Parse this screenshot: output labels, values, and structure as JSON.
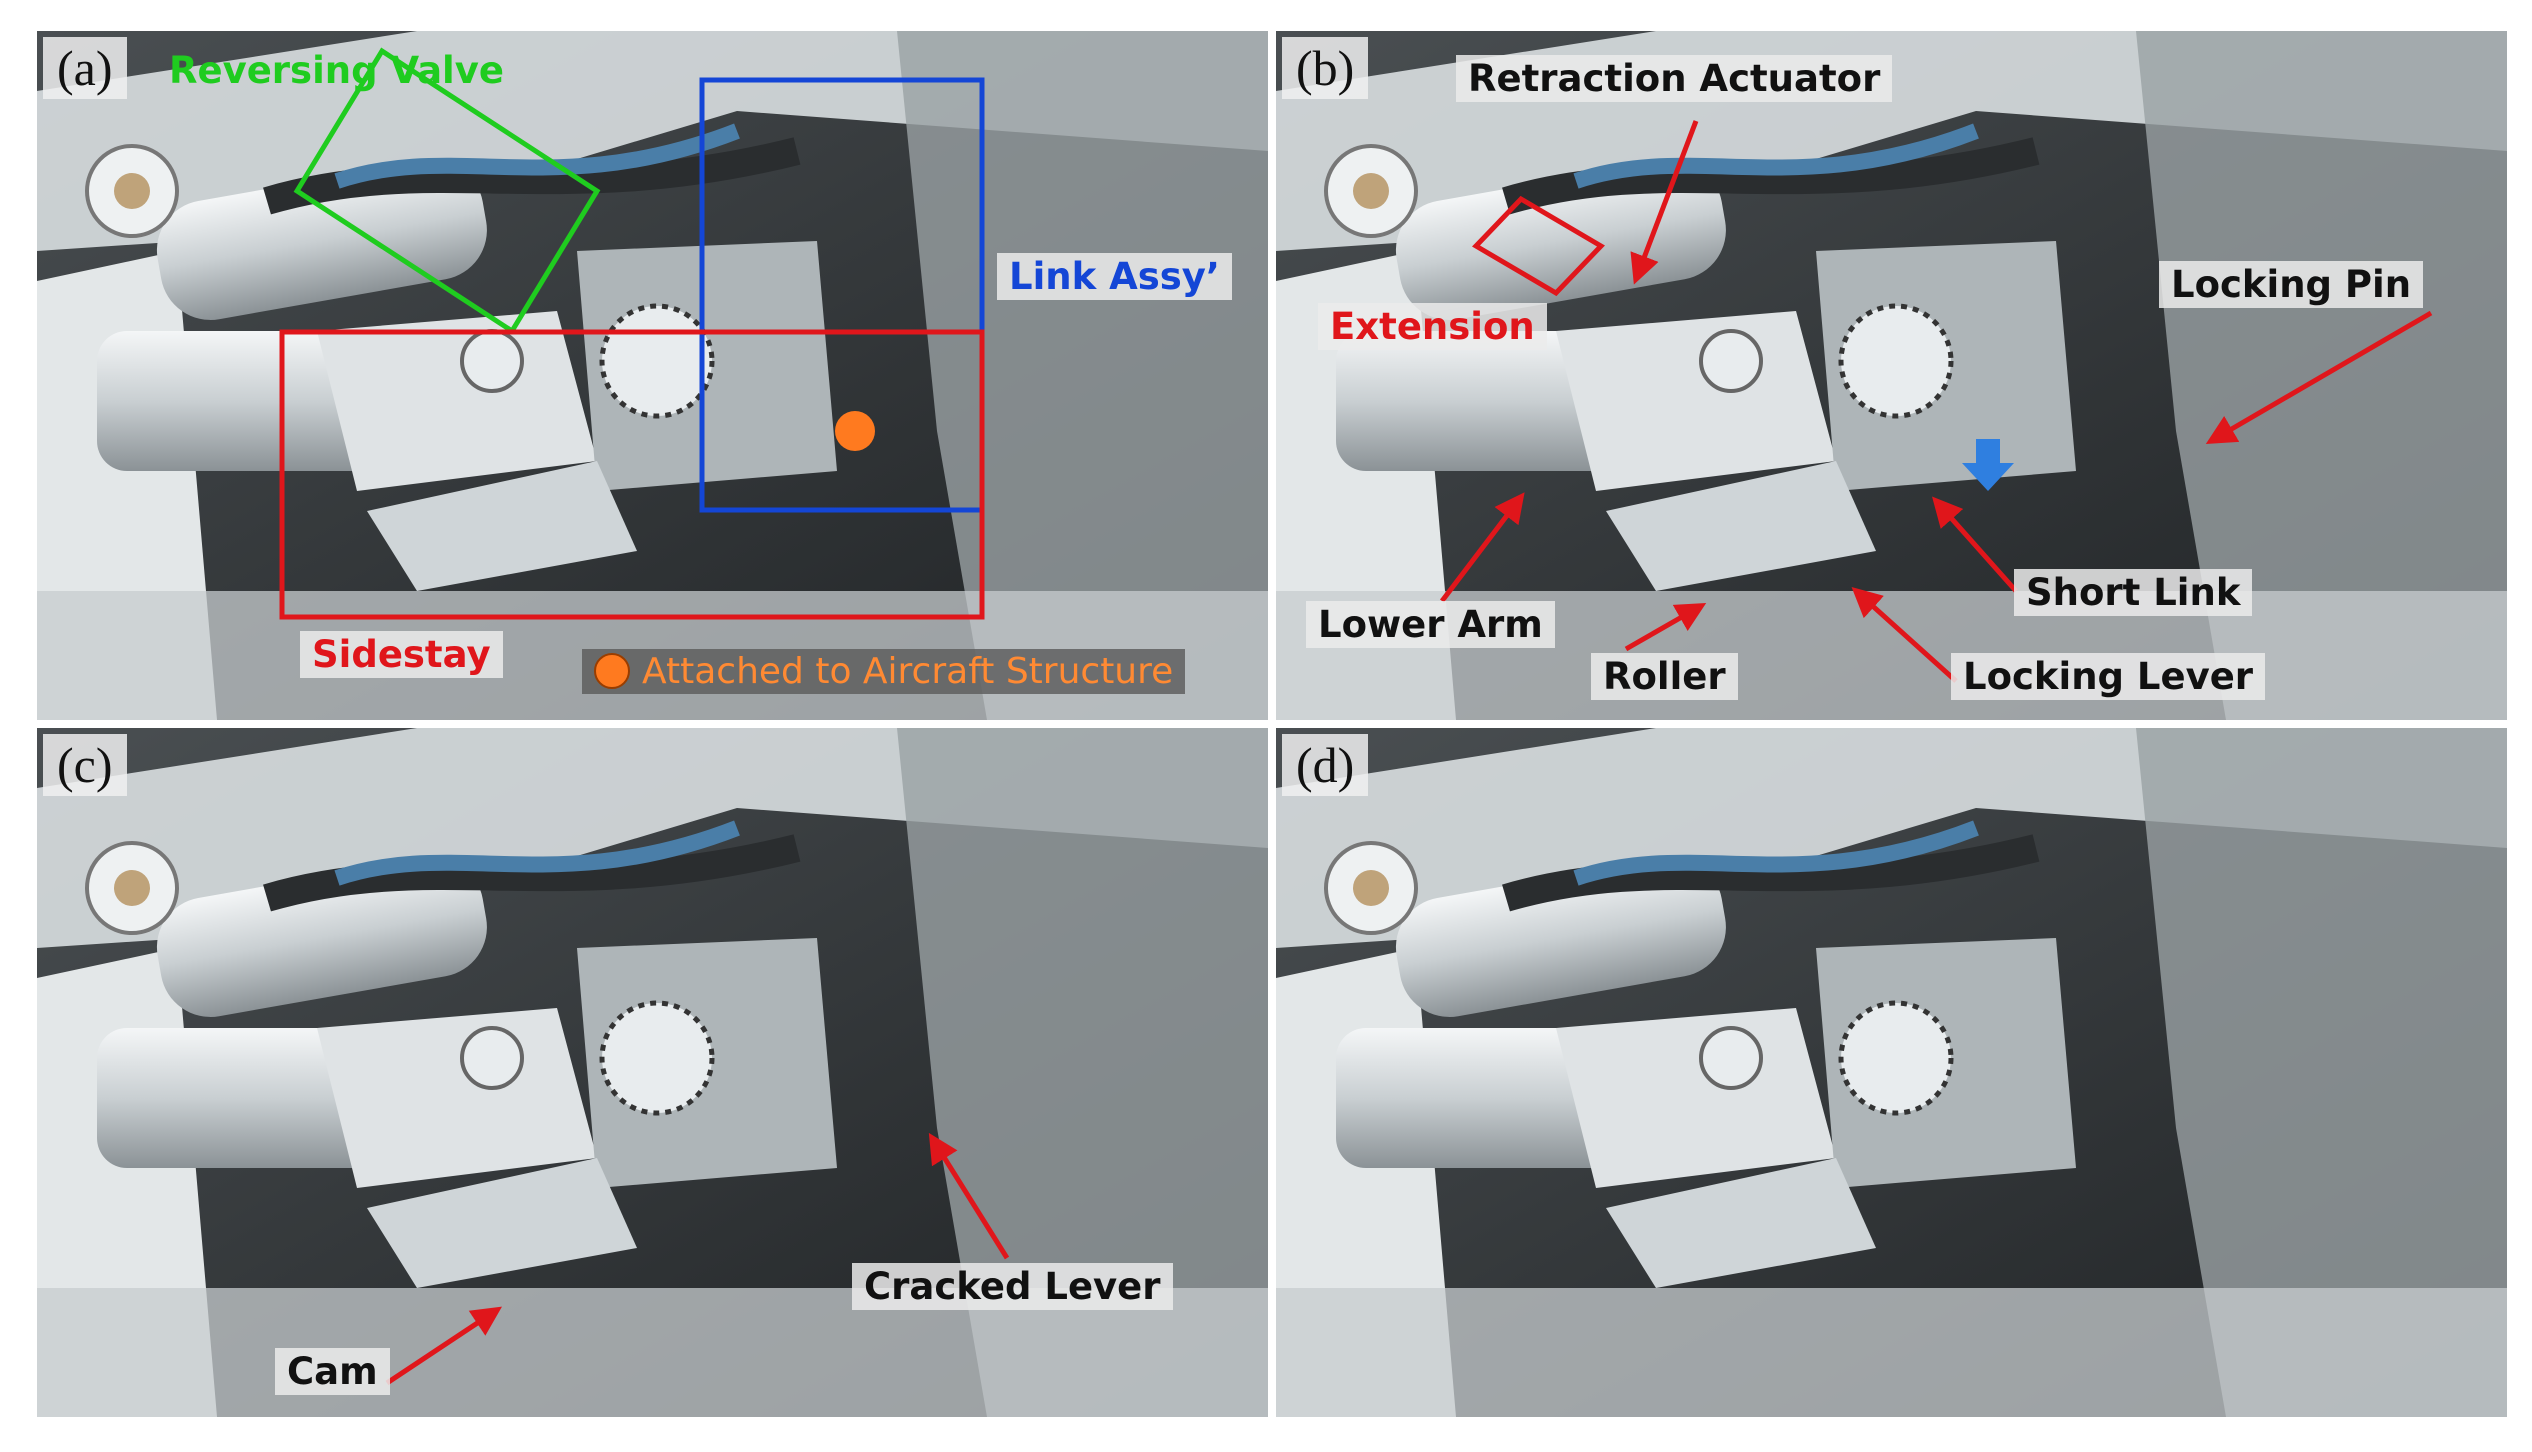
{
  "panels": {
    "a": {
      "letter": "(a)",
      "labels": {
        "reversing_valve": "Reversing Valve",
        "link_assy": "Link Assy’",
        "sidestay": "Sidestay",
        "attached": "Attached to Aircraft Structure"
      }
    },
    "b": {
      "letter": "(b)",
      "labels": {
        "retraction_actuator": "Retraction Actuator",
        "extension": "Extension",
        "locking_pin": "Locking Pin",
        "lower_arm": "Lower Arm",
        "short_link": "Short Link",
        "roller": "Roller",
        "locking_lever": "Locking Lever"
      }
    },
    "c": {
      "letter": "(c)",
      "labels": {
        "cracked_lever": "Cracked Lever",
        "cam": "Cam"
      }
    },
    "d": {
      "letter": "(d)"
    }
  },
  "colors": {
    "green": "#1fcc1f",
    "blue": "#1446d6",
    "red": "#e0161b",
    "orange": "#ff7a1f",
    "arrow_blue": "#2f7fe0"
  }
}
